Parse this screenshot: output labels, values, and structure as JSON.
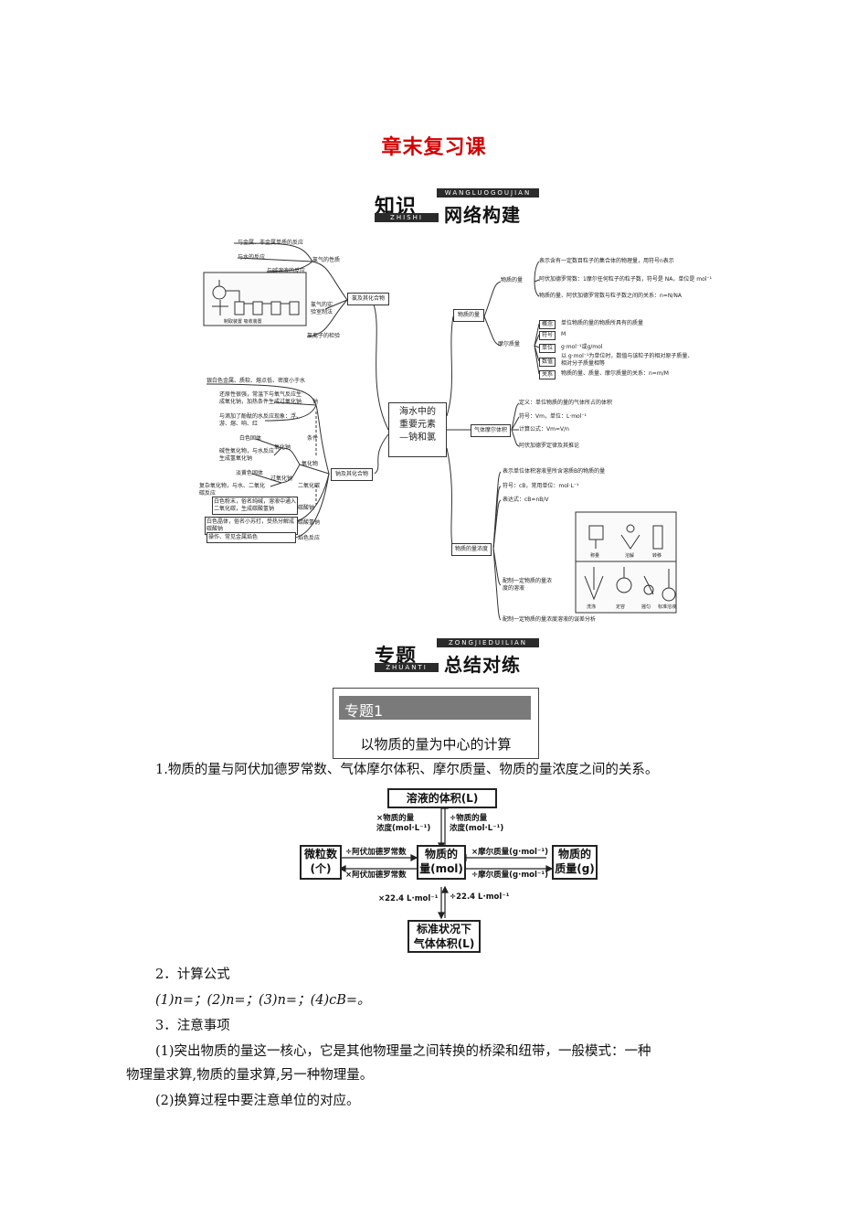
{
  "title": "章末复习课",
  "banner1": {
    "big": "知识",
    "pin_top": "WANGLUOGOUJIAN",
    "pin_bottom": "ZHISHI",
    "sub": "网络构建"
  },
  "banner2": {
    "big": "专题",
    "pin_top": "ZONGJIEDUILIAN",
    "pin_bottom": "ZHUANTI",
    "sub": "总结对练"
  },
  "mindmap": {
    "center": [
      "海水中的",
      "重要元素",
      "—钠和氯"
    ],
    "chlorine": {
      "label": "氯及其化合物",
      "props_label": "氯气的性质",
      "props": [
        "与金属、非金属单质的反应",
        "与水的反应",
        "与碱溶液的反应"
      ],
      "prep_label": [
        "氯气的实",
        "验室制法"
      ],
      "apparatus_caption": "制取装置 吸收装置",
      "ion_test": "氯离子的检验"
    },
    "sodium": {
      "label": "钠及其化合物",
      "na": "钠",
      "na_props": [
        "银白色金属、质软、熔点低、密度小于水",
        "还原性很强，常温下与氧气反应生成氧化钠，加热条件生成过氧化钠",
        "与滴加了酚酞的水反应现象：浮、游、熔、响、红"
      ],
      "condition": "条件",
      "oxides": "氧化物",
      "na2o": "氧化钠",
      "na2o_props": [
        "白色固体",
        "碱性氧化物，与水反应生成氢氧化钠"
      ],
      "na2o2": "过氧化钠",
      "na2o2_props": [
        "淡黄色固体",
        "复杂氧化物，与水、二氧化碳反应"
      ],
      "co2": "二氧化碳",
      "carbonate": "碳酸钠",
      "carbonate_props": "白色粉末，俗名纯碱，溶液中通入二氧化碳，生成碳酸氢钠",
      "bicarbonate": "碳酸氢钠",
      "bicarbonate_props": "白色晶体，俗名小苏打，受热分解成碳酸钠",
      "flame": "焰色反应",
      "flame_props": "操作、常见金属焰色"
    },
    "amount": {
      "label": "物质的量",
      "qty_label": "物质的量",
      "qty_items": [
        "表示含有一定数目粒子的集合体的物理量，用符号n表示",
        "阿伏加德罗常数：1摩尔任何粒子的粒子数，符号是 NA，单位是 mol⁻¹",
        "物质的量、阿伏加德罗常数与粒子数之间的关系：n=N/NA"
      ],
      "molar_mass": "摩尔质量",
      "mm_keys": [
        "概念",
        "符号",
        "单位",
        "数值",
        "关系"
      ],
      "mm_items": [
        "单位物质的量的物质所具有的质量",
        "M",
        "g·mol⁻¹或g/mol",
        "以 g·mol⁻¹为单位时，数值与该粒子的相对原子质量、相对分子质量相等",
        "物质的量、质量、摩尔质量的关系：n=m/M"
      ]
    },
    "gas": {
      "label": "气体摩尔体积",
      "items": [
        "定义：单位物质的量的气体所占的体积",
        "符号：Vm，单位：L·mol⁻¹",
        "计算公式：Vm=V/n",
        "阿伏加德罗定律及其推论"
      ]
    },
    "conc": {
      "label": "物质的量浓度",
      "items": [
        "表示单位体积溶液里所含溶质B的物质的量",
        "符号：cB，常用单位：mol·L⁻¹",
        "表达式：cB=nB/V"
      ],
      "prep": [
        "配制一定物质的量浓",
        "度的溶液"
      ],
      "error": "配制一定物质的量浓度溶液的误差分析",
      "img_top_captions": [
        "称量",
        "溶解",
        "转移"
      ],
      "img_bot_captions": [
        "洗涤",
        "定容",
        "摇匀",
        "标准溶液"
      ]
    }
  },
  "topic": {
    "tag": "专题1",
    "subtitle": "以物质的量为中心的计算"
  },
  "p1": "1.物质的量与阿伏加德罗常数、气体摩尔体积、摩尔质量、物质的量浓度之间的关系。",
  "relations": {
    "solution_volume": "溶液的体积(L)",
    "particles": [
      "微粒数",
      "(个)"
    ],
    "amount": [
      "物质的",
      "量(mol)"
    ],
    "mass": [
      "物质的",
      "质量(g)"
    ],
    "gas_volume": [
      "标准状况下",
      "气体体积(L)"
    ],
    "to_volume": [
      "×物质的量",
      "浓度(mol·L⁻¹)"
    ],
    "from_volume": [
      "÷物质的量",
      "浓度(mol·L⁻¹)"
    ],
    "p_to_n": "÷阿伏加德罗常数",
    "n_to_p": "×阿伏加德罗常数",
    "n_to_m": "×摩尔质量(g·mol⁻¹)",
    "m_to_n": "÷摩尔质量(g·mol⁻¹)",
    "n_to_gas": "×22.4 L·mol⁻¹",
    "gas_to_n": "÷22.4 L·mol⁻¹"
  },
  "p2": "2．计算公式",
  "p3": "(1)n=；(2)n=；(3)n=；(4)cB=。",
  "p4": "3．注意事项",
  "p5a": "(1)突出物质的量这一核心，它是其他物理量之间转换的桥梁和纽带，一般模式：一种",
  "p5b": "物理量求算,物质的量求算,另一种物理量。",
  "p6": "(2)换算过程中要注意单位的对应。"
}
